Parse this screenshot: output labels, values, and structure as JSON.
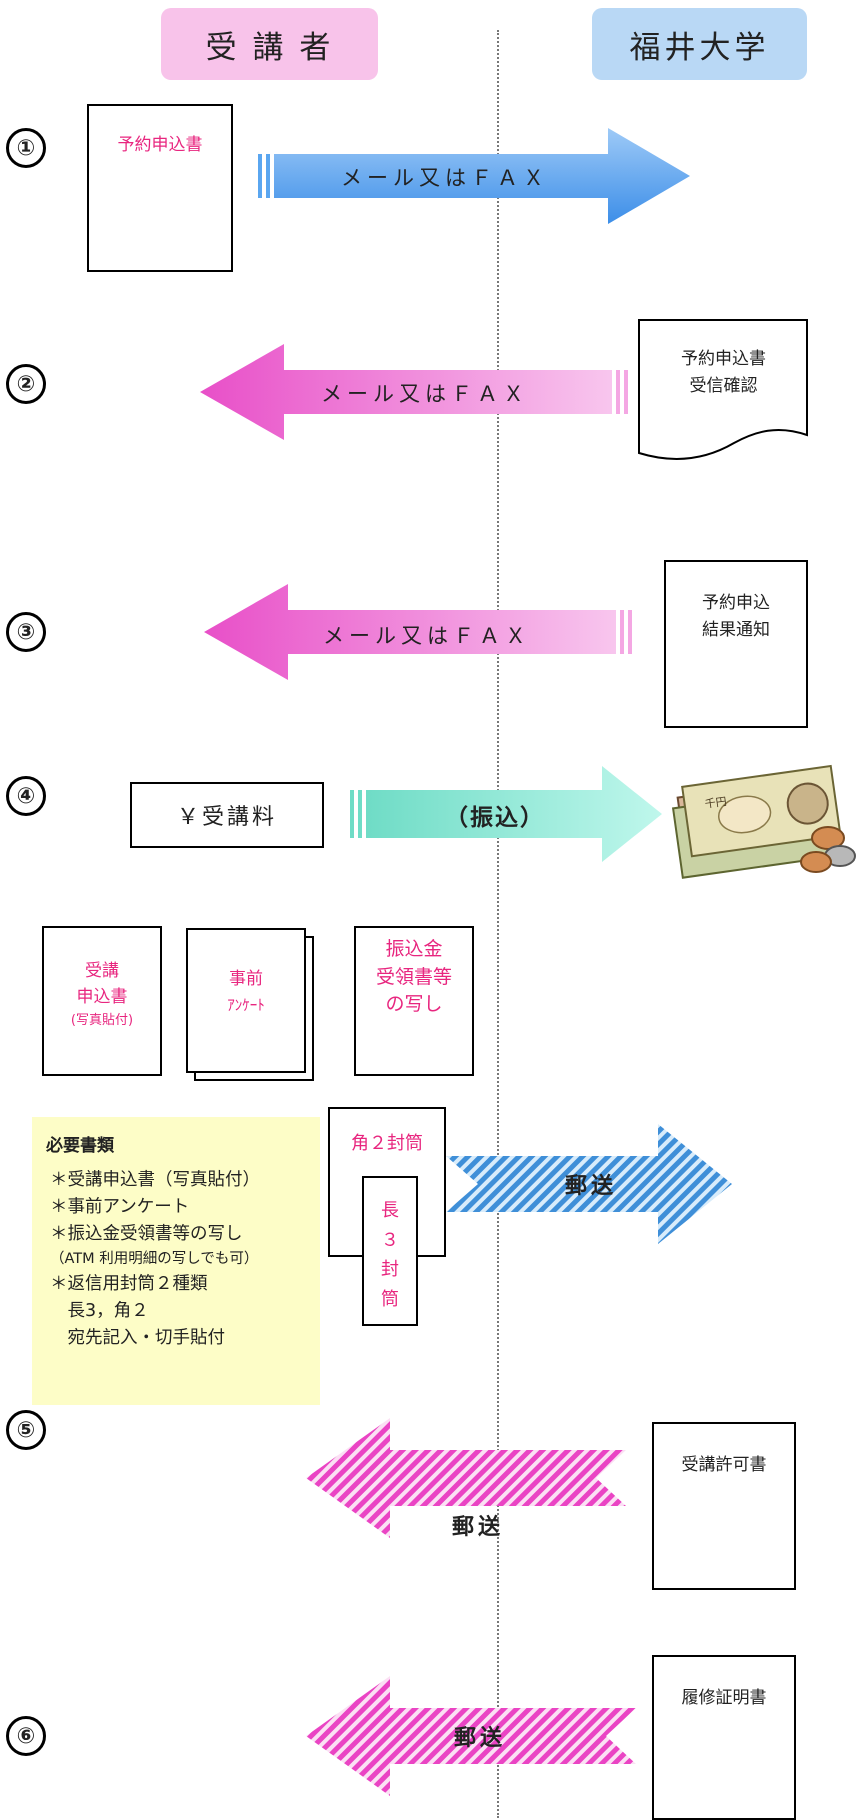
{
  "header": {
    "left_label": "受 講 者",
    "right_label": "福井大学"
  },
  "steps": {
    "s1": {
      "number": "①",
      "doc": "予約申込書",
      "arrow_label": "メール又はＦＡＸ"
    },
    "s2": {
      "number": "②",
      "doc_line1": "予約申込書",
      "doc_line2": "受信確認",
      "arrow_label": "メール又はＦＡＸ"
    },
    "s3": {
      "number": "③",
      "doc_line1": "予約申込",
      "doc_line2": "結果通知",
      "arrow_label": "メール又はＦＡＸ"
    },
    "s4": {
      "number": "④",
      "fee_box": "￥受講料",
      "arrow_label": "（振込）",
      "docs": {
        "d1_line1": "受講",
        "d1_line2": "申込書",
        "d1_line3": "(写真貼付)",
        "d2_line1": "事前",
        "d2_line2": "ｱﾝｹｰﾄ",
        "d3_line1": "振込金",
        "d3_line2": "受領書等",
        "d3_line3": "の写し"
      },
      "required": {
        "title": "必要書類",
        "items": [
          "＊受講申込書（写真貼付）",
          "＊事前アンケート",
          "＊振込金受領書等の写し",
          "（ATM 利用明細の写しでも可）",
          "＊返信用封筒２種類",
          "　長3，角２",
          "　宛先記入・切手貼付"
        ]
      },
      "envelope_large": "角２封筒",
      "envelope_small": [
        "長",
        "３",
        "封",
        "筒"
      ],
      "mail_label": "郵送"
    },
    "s5": {
      "number": "⑤",
      "doc": "受講許可書",
      "mail_label": "郵送"
    },
    "s6": {
      "number": "⑥",
      "doc": "履修証明書",
      "mail_label": "郵送"
    }
  },
  "colors": {
    "header_left": "#f8c3ea",
    "header_right": "#b9d8f5",
    "blue_arrow": "#4e9ff0",
    "pink_arrow": "#ec5ccd",
    "teal_arrow": "#5fe3cc",
    "pink_text": "#e8267f",
    "required_box": "#fdfdc7"
  }
}
